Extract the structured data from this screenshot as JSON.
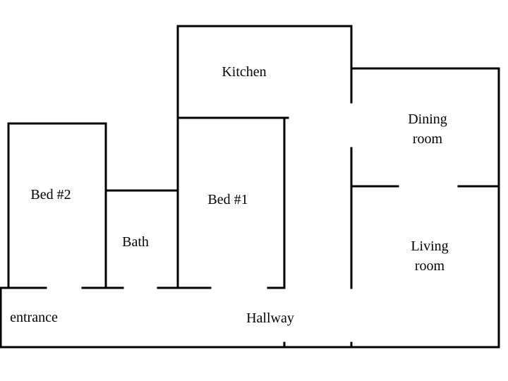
{
  "rooms": {
    "kitchen": "Kitchen",
    "dining_line1": "Dining",
    "dining_line2": "room",
    "bed2": "Bed #2",
    "bed1": "Bed #1",
    "bath": "Bath",
    "living_line1": "Living",
    "living_line2": "room",
    "entrance": "entrance",
    "hallway": "Hallway"
  },
  "colors": {
    "wall": "#000000",
    "background": "#ffffff"
  }
}
